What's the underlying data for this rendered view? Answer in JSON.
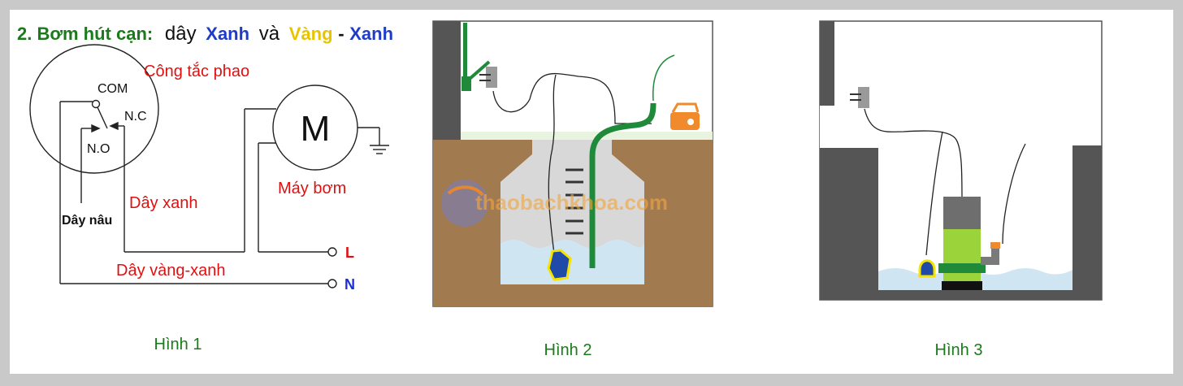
{
  "title": {
    "prefix": "2. Bơm hút cạn:",
    "word_day": "dây",
    "word_xanh": "Xanh",
    "word_va": "và",
    "word_vang": "Vàng",
    "word_dash": "-",
    "word_xanh2": "Xanh"
  },
  "figure1": {
    "float_switch_label": "Công tắc phao",
    "com_label": "COM",
    "nc_label": "N.C",
    "no_label": "N.O",
    "motor_symbol": "M",
    "pump_label": "Máy bơm",
    "blue_wire_label": "Dây xanh",
    "brown_wire_label": "Dây nâu",
    "yellow_green_wire_label": "Dây vàng-xanh",
    "terminal_l": "L",
    "terminal_n": "N",
    "caption": "Hình 1"
  },
  "figure2": {
    "caption": "Hình 2",
    "watermark": "thaobachkhoa.com"
  },
  "figure3": {
    "caption": "Hình 3"
  },
  "colors": {
    "title_green": "#1b7a1b",
    "title_blue": "#1e3cc8",
    "title_yellow": "#e8c400",
    "red_label": "#e01010",
    "terminal_blue": "#1a2fd6",
    "wall": "#555555",
    "soil": "#a27a50",
    "concrete": "#d8d8d8",
    "water": "#cfe6f2",
    "hose_green": "#1f8a3a",
    "pump_green": "#9ad43a",
    "float_blue": "#1f4aa8",
    "float_yellow": "#f5e200",
    "orange": "#f08a2a"
  }
}
